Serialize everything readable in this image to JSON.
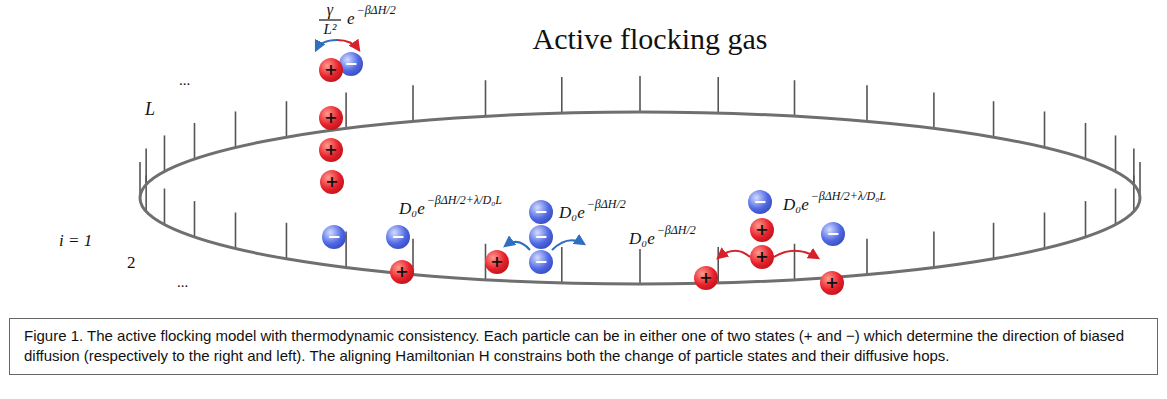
{
  "diagram": {
    "title": "Active flocking gas",
    "caption": "Figure 1. The active flocking model with thermodynamic consistency. Each particle can be in either one of two states (+ and −) which determine the direction of biased diffusion (respectively to the right and left). The aligning Hamiltonian H constrains both the change of particle states and their diffusive hops.",
    "nodes": [
      {
        "text": [
          "−"
        ]
      },
      {
        "text": [
          "+"
        ]
      },
      {
        "text": [
          "+"
        ]
      },
      {
        "text": [
          "+"
        ]
      },
      {
        "text": [
          "+"
        ]
      },
      {
        "text": [
          "−"
        ]
      },
      {
        "text": [
          "−"
        ]
      },
      {
        "text": [
          "+"
        ]
      },
      {
        "text": [
          "−"
        ]
      },
      {
        "text": [
          "−"
        ]
      },
      {
        "text": [
          "+"
        ]
      },
      {
        "text": [
          "−"
        ]
      },
      {
        "text": [
          "−"
        ]
      },
      {
        "text": [
          "+"
        ]
      },
      {
        "text": [
          "+"
        ]
      },
      {
        "text": [
          "+"
        ]
      },
      {
        "text": [
          "−"
        ]
      },
      {
        "text": [
          "+"
        ]
      }
    ],
    "labels": [
      "γ",
      "L²",
      "e",
      "−βΔH/2",
      "L",
      "...",
      "i = 1",
      "2",
      "...",
      "D₀e",
      "−βΔH/2+λ/D₀L",
      "D₀e",
      "−βΔH/2",
      "D₀e",
      "−βΔH/2",
      "D₀e",
      "−βΔH/2+λ/D₀L"
    ]
  }
}
